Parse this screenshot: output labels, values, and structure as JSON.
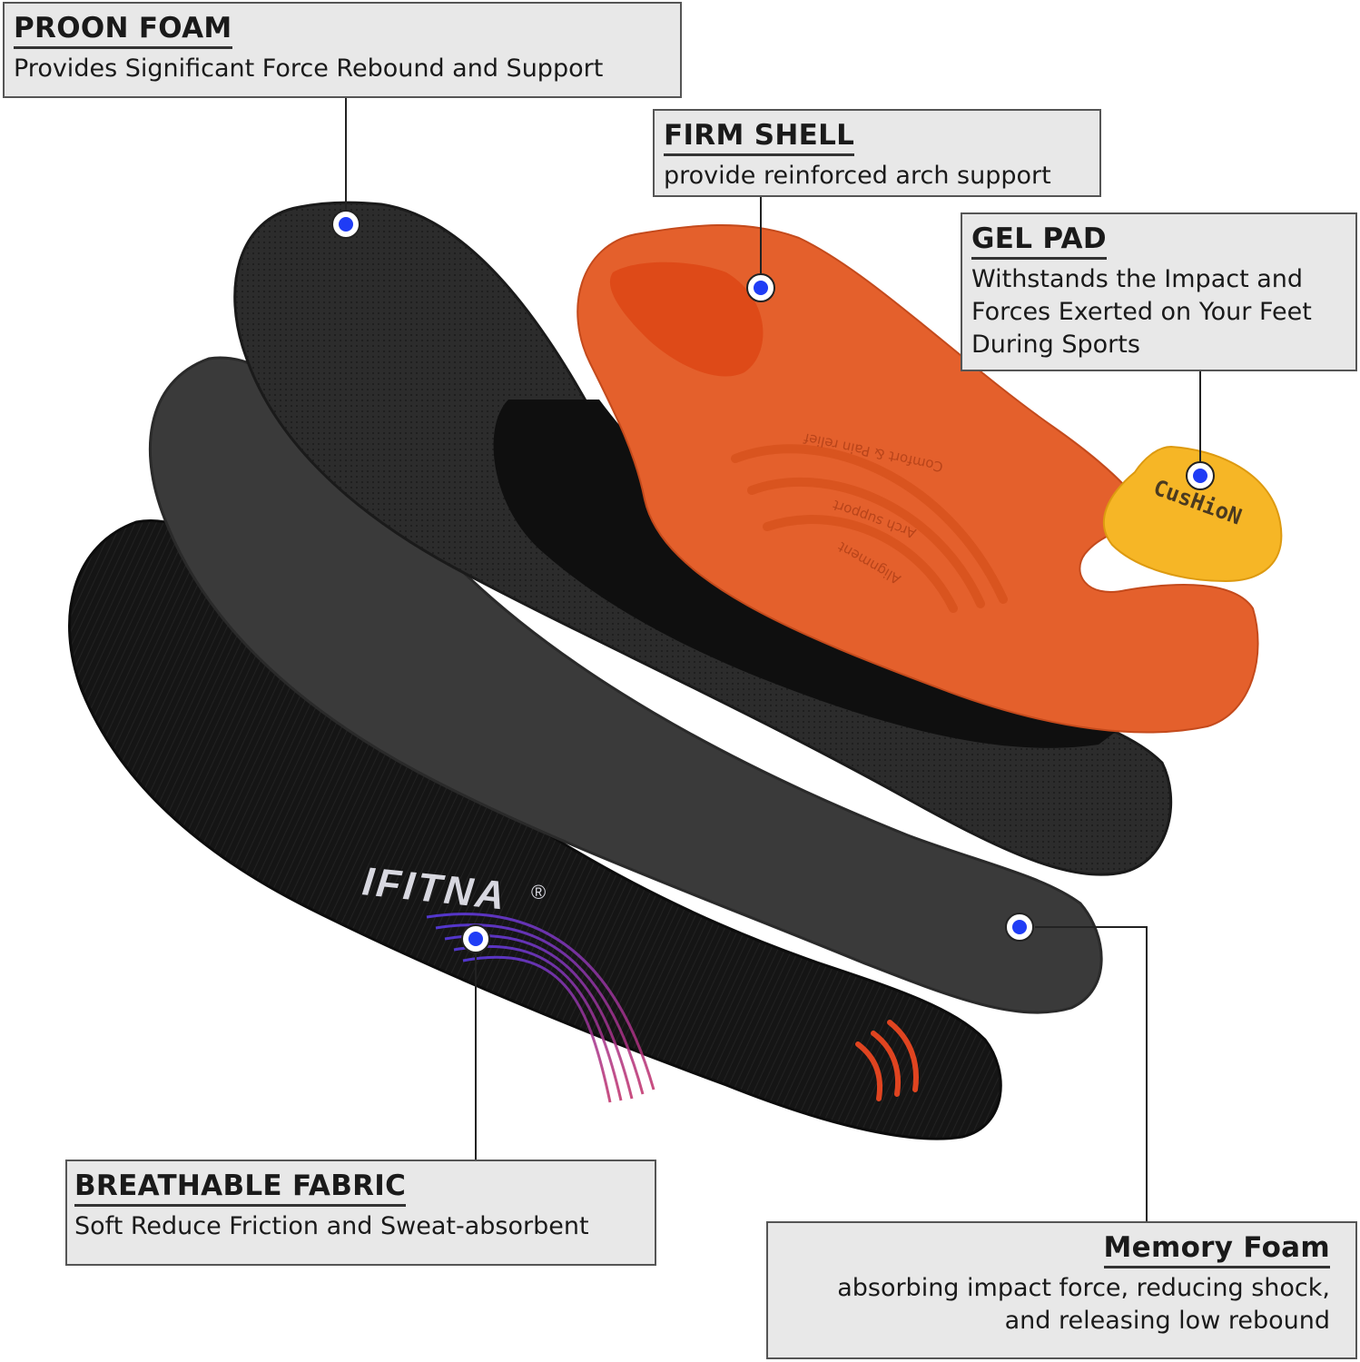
{
  "callouts": {
    "proon": {
      "title": "PROON FOAM",
      "desc": "Provides Significant Force Rebound and Support"
    },
    "firm": {
      "title": "FIRM SHELL",
      "desc": "provide reinforced arch support"
    },
    "gel": {
      "title": "GEL PAD",
      "desc_lines": [
        "Withstands the Impact and",
        "Forces Exerted on Your Feet",
        "During Sports"
      ]
    },
    "breathable": {
      "title": "BREATHABLE FABRIC",
      "desc": "Soft Reduce Friction and Sweat-absorbent"
    },
    "memory": {
      "title": "Memory Foam",
      "desc_lines": [
        "absorbing impact force, reducing shock,",
        "and releasing low rebound"
      ]
    }
  },
  "product": {
    "brand": "IFITNA",
    "registered_mark": "®",
    "shell_text": [
      "Comfort & Pain relief",
      "Arch support",
      "Alignment"
    ],
    "gel_pad_text": "CusHioN"
  },
  "colors": {
    "shell_orange": "#e4602c",
    "gel_yellow": "#f6b626",
    "foam_dark": "#3a3a3a",
    "top_black": "#161616",
    "marker_blue": "#1f3cf5",
    "callout_bg": "#e8e8e8"
  }
}
